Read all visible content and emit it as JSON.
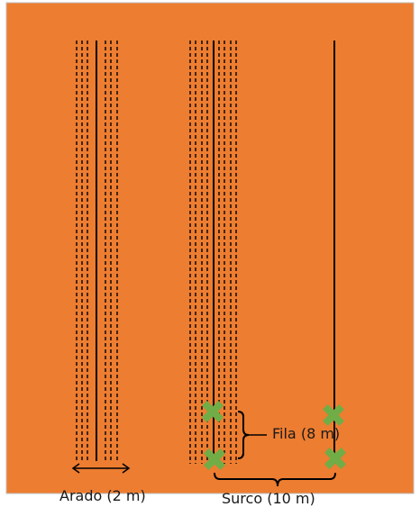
{
  "colors": {
    "field": "#ED7D31",
    "border": "#BFBFBF",
    "line": "#000000",
    "marker": "#70AD47"
  },
  "icons": {
    "marker": "x-cross-icon",
    "measure": "double-arrow-icon",
    "bracket": "curly-brace-icon"
  },
  "labels": {
    "fila": "Fila (8 m)",
    "arado": "Arado (2 m)",
    "surco": "Surco (10 m)"
  }
}
